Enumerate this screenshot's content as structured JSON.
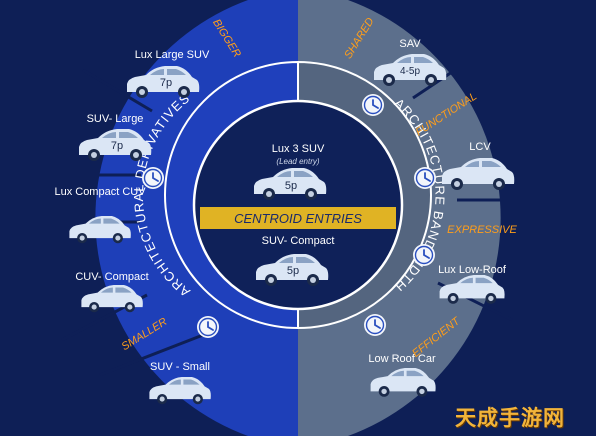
{
  "left_segments": [
    {
      "label": "Lux Large SUV",
      "seats": "7p"
    },
    {
      "label": "SUV- Large",
      "seats": "7p"
    },
    {
      "label": "Lux Compact CUV"
    },
    {
      "label": "CUV- Compact"
    },
    {
      "label": "SUV - Small"
    }
  ],
  "right_segments": [
    {
      "label": "SAV",
      "seats": "4-5p"
    },
    {
      "label": "LCV"
    },
    {
      "label": "Lux Low-Roof"
    },
    {
      "label": "Low Roof Car"
    }
  ],
  "outer_tags": {
    "bigger": "BIGGER",
    "smaller": "SMALLER",
    "shared": "SHARED",
    "functional": "FUNCTIONAL",
    "expressive": "EXPRESSIVE",
    "efficient": "EFFICIENT"
  },
  "ring_labels": {
    "left": "ARCHITECTURAL DERIVATIVES",
    "right": "ARCHITECTURE BANDWIDTH"
  },
  "center": {
    "banner": "CENTROID ENTRIES",
    "top_label": "Lux 3 SUV",
    "top_sub": "(Lead entry)",
    "top_seats": "5p",
    "bottom_label": "SUV- Compact",
    "bottom_seats": "5p"
  },
  "watermark": "天成手游网",
  "colors": {
    "background": "#0e1f56",
    "left_blue": "#1e3fb8",
    "right_grey": "#5c6f8c",
    "banner": "#e0b324",
    "tag_orange": "#ff9e1a",
    "car": "#dbe6f5"
  }
}
